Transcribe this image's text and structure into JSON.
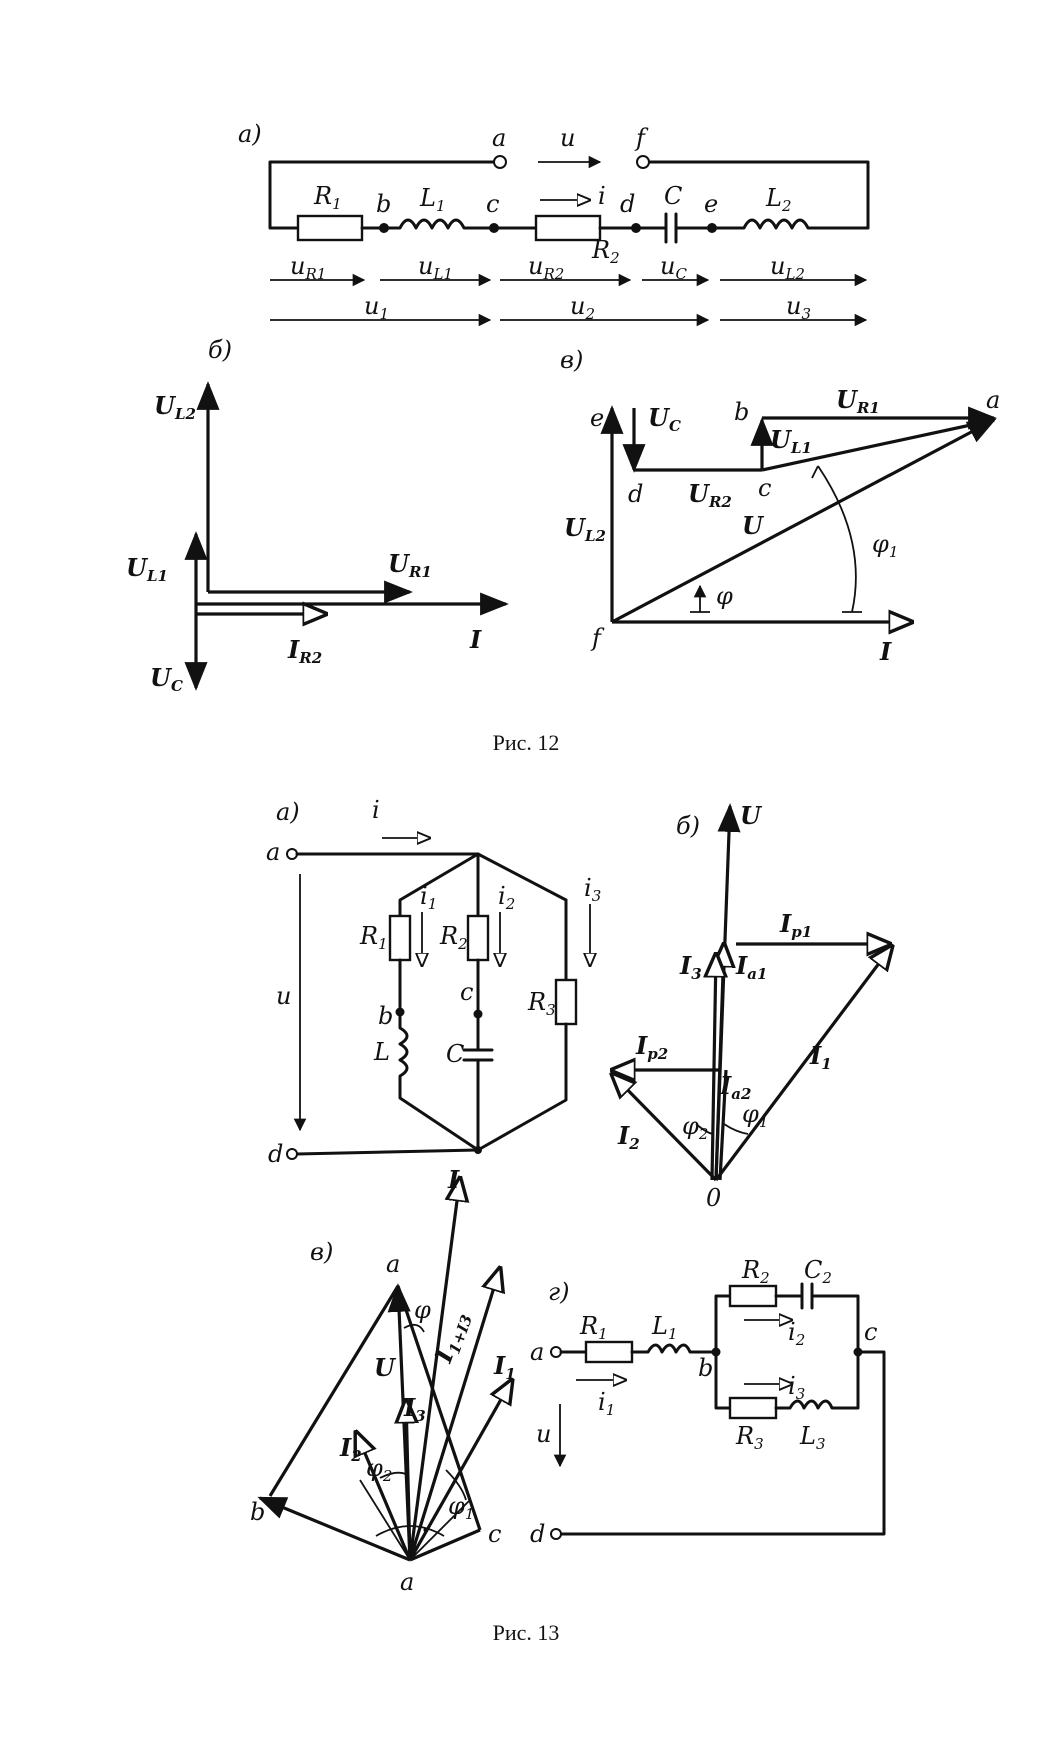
{
  "figure12": {
    "caption": "Рис. 12",
    "panel_a": {
      "label": "a)",
      "terminals": [
        "a",
        "f"
      ],
      "voltage_label": "u",
      "current_label": "i",
      "nodes": [
        "b",
        "c",
        "d",
        "e"
      ],
      "elements": [
        "R1",
        "L1",
        "R2",
        "C",
        "L2"
      ],
      "element_text": {
        "R1": "R",
        "R1_sub": "1",
        "L1": "L",
        "L1_sub": "1",
        "R2": "R",
        "R2_sub": "2",
        "C": "C",
        "L2": "L",
        "L2_sub": "2"
      },
      "voltages_row1": [
        {
          "main": "u",
          "sub": "R1"
        },
        {
          "main": "u",
          "sub": "L1"
        },
        {
          "main": "u",
          "sub": "R2"
        },
        {
          "main": "u",
          "sub": "C"
        },
        {
          "main": "u",
          "sub": "L2"
        }
      ],
      "voltages_row2": [
        {
          "main": "u",
          "sub": "1"
        },
        {
          "main": "u",
          "sub": "2"
        },
        {
          "main": "u",
          "sub": "3"
        }
      ]
    },
    "panel_b": {
      "label": "б)",
      "vectors": [
        {
          "main": "U",
          "sub": "L2"
        },
        {
          "main": "U",
          "sub": "L1"
        },
        {
          "main": "U",
          "sub": "R1"
        },
        {
          "main": "I",
          "sub": "R2"
        },
        {
          "main": "U",
          "sub": "C"
        },
        {
          "main": "I",
          "sub": ""
        }
      ]
    },
    "panel_c": {
      "label": "в)",
      "points": [
        "e",
        "b",
        "a",
        "d",
        "c",
        "f"
      ],
      "vectors": [
        {
          "main": "U",
          "sub": "C"
        },
        {
          "main": "U",
          "sub": "R1"
        },
        {
          "main": "U",
          "sub": "L1"
        },
        {
          "main": "U",
          "sub": "R2"
        },
        {
          "main": "U",
          "sub": "L2"
        },
        {
          "main": "U",
          "sub": ""
        },
        {
          "main": "I",
          "sub": ""
        }
      ],
      "angles": [
        {
          "main": "φ",
          "sub": ""
        },
        {
          "main": "φ",
          "sub": "1"
        }
      ]
    }
  },
  "figure13": {
    "caption": "Рис. 13",
    "panel_a": {
      "label": "a)",
      "terminals": [
        "a",
        "d"
      ],
      "current_label": "i",
      "voltage_label": "u",
      "branch_currents": [
        {
          "main": "i",
          "sub": "1"
        },
        {
          "main": "i",
          "sub": "2"
        },
        {
          "main": "i",
          "sub": "3"
        }
      ],
      "elements": [
        {
          "main": "R",
          "sub": "1"
        },
        {
          "main": "R",
          "sub": "2"
        },
        {
          "main": "R",
          "sub": "3"
        },
        {
          "main": "L",
          "sub": ""
        },
        {
          "main": "C",
          "sub": ""
        }
      ],
      "nodes": [
        "b",
        "c"
      ]
    },
    "panel_b": {
      "label": "б)",
      "origin": "0",
      "vectors": [
        {
          "main": "U",
          "sub": ""
        },
        {
          "main": "I",
          "sub": "p1"
        },
        {
          "main": "I",
          "sub": "3"
        },
        {
          "main": "I",
          "sub": "a1"
        },
        {
          "main": "I",
          "sub": "p2"
        },
        {
          "main": "I",
          "sub": "a2"
        },
        {
          "main": "I",
          "sub": "1"
        },
        {
          "main": "I",
          "sub": "2"
        }
      ],
      "angles": [
        {
          "main": "φ",
          "sub": "1"
        },
        {
          "main": "φ",
          "sub": "2"
        }
      ]
    },
    "panel_c": {
      "label": "в)",
      "points": [
        "a",
        "b",
        "c",
        "a"
      ],
      "vectors": [
        {
          "main": "I",
          "sub": ""
        },
        {
          "main": "U",
          "sub": ""
        },
        {
          "main": "I",
          "sub": "1+I3"
        },
        {
          "main": "I",
          "sub": "3"
        },
        {
          "main": "I",
          "sub": "1"
        },
        {
          "main": "I",
          "sub": "2"
        }
      ],
      "angles": [
        {
          "main": "φ",
          "sub": ""
        },
        {
          "main": "φ",
          "sub": "2"
        },
        {
          "main": "φ",
          "sub": "1"
        }
      ]
    },
    "panel_d": {
      "label": "г)",
      "terminals": [
        "a",
        "d"
      ],
      "nodes": [
        "b",
        "c"
      ],
      "elements": [
        {
          "main": "R",
          "sub": "1"
        },
        {
          "main": "L",
          "sub": "1"
        },
        {
          "main": "R",
          "sub": "2"
        },
        {
          "main": "C",
          "sub": "2"
        },
        {
          "main": "R",
          "sub": "3"
        },
        {
          "main": "L",
          "sub": "3"
        }
      ],
      "currents": [
        {
          "main": "i",
          "sub": "1"
        },
        {
          "main": "i",
          "sub": "2"
        },
        {
          "main": "i",
          "sub": "3"
        }
      ],
      "voltage_label": "u"
    }
  }
}
